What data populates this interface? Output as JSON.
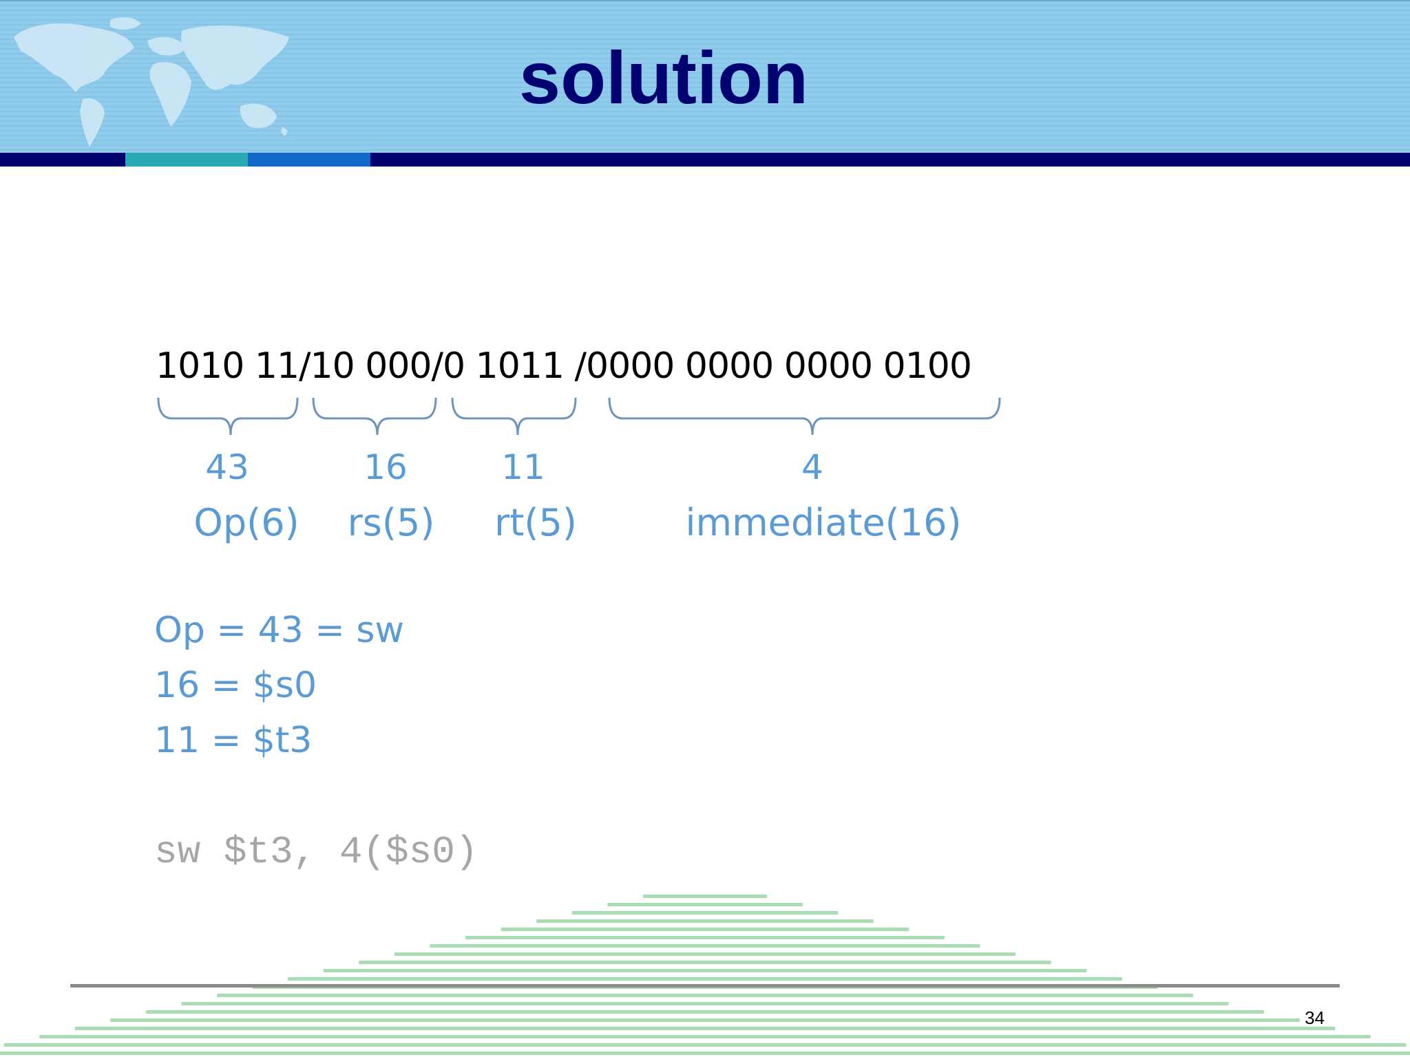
{
  "slide": {
    "title": "solution",
    "page_number": "34"
  },
  "encoding": {
    "binary": "1010 11/10 000/0 1011 /0000 0000 0000 0100",
    "fields": [
      {
        "value": "43",
        "name": "Op(6)"
      },
      {
        "value": "16",
        "name": "rs(5)"
      },
      {
        "value": "11",
        "name": "rt(5)"
      },
      {
        "value": "4",
        "name": "immediate(16)"
      }
    ]
  },
  "decoding": [
    "Op = 43 = sw",
    "16 = $s0",
    "11 = $t3"
  ],
  "instruction": "sw $t3, 4($s0)",
  "colors": {
    "title": "#000070",
    "accent_blue": "#5b9bd5",
    "header_band": "#8fcbea",
    "header_rule": "#00006e",
    "stripes": "#a8dcb4",
    "code_gray": "#a6a6a6"
  }
}
